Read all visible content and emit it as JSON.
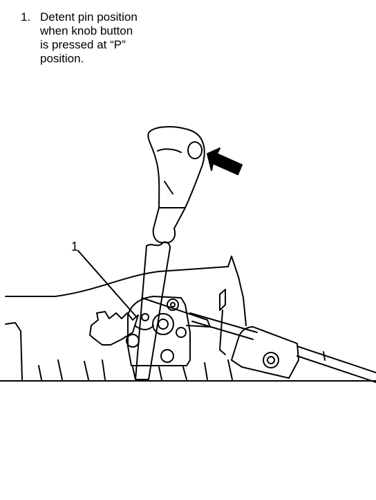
{
  "legend": {
    "number": "1.",
    "text": "Detent pin position\nwhen knob button\nis pressed at “P”\nposition."
  },
  "diagram": {
    "callout_label": "1",
    "icons": [
      "shift-knob-icon",
      "push-arrow-icon",
      "detent-plate-icon",
      "cable-bracket-icon",
      "shift-cable-icon"
    ]
  }
}
